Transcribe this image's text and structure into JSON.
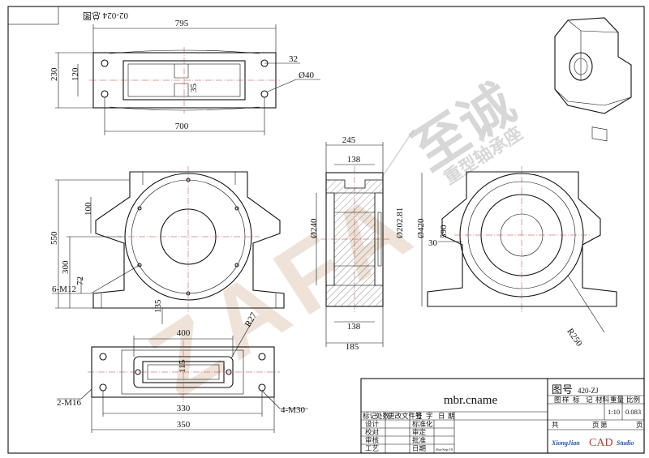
{
  "colors": {
    "line": "#111111",
    "center_line": "#c23b3b",
    "watermark_orange": "#e2cdbb",
    "watermark_grey": "#b8b8b8",
    "cad_red": "#c0392b",
    "studio_blue": "#1f4fa6"
  },
  "drawing": {
    "corner_label": "02-024 总图",
    "dims": {
      "top_width": "795",
      "top_hole_span": "700",
      "top_height": "230",
      "top_inner": "120",
      "top_slot": "35",
      "top_bolt_offset": "32",
      "top_bolt_dia": "Ø40",
      "front_height": "550",
      "front_axis_height": "300",
      "front_rib": "100",
      "front_foot": "72",
      "front_thread": "6-M12",
      "front_base": "135",
      "side_width": "245",
      "side_inner_top": "138",
      "side_bore_left": "Ø240",
      "side_bore_mid": "Ø202.81",
      "side_bore_right": "Ø420",
      "side_height": "590",
      "side_inner_bottom": "138",
      "side_base": "185",
      "right_wall": "30",
      "right_radius": "R250",
      "bottom_width": "400",
      "bottom_radius": "R27",
      "bottom_inner": "115",
      "bottom_span_a": "330",
      "bottom_span_b": "350",
      "bottom_thread_left": "2-M16",
      "bottom_thread_right": "4-M30"
    }
  },
  "watermark": {
    "brand_cn": "至诚",
    "brand_sub": "重型轴承座",
    "logo_letters": "ZAFA"
  },
  "title_block": {
    "name": "mbr.cname",
    "drawing_no_label": "图号",
    "drawing_no": "420-ZJ",
    "header_cols": [
      "图",
      "样",
      "标",
      "记",
      "材料",
      "重量",
      "比例"
    ],
    "scale_value": "1:10",
    "weight_value": "0.083",
    "sheet_row": [
      "共",
      "页",
      "第",
      "页"
    ],
    "sign_header": [
      "标记",
      "处数",
      "更改文件号",
      "签",
      "字",
      "日",
      "期"
    ],
    "sign_rows": [
      [
        "设计",
        "标准化"
      ],
      [
        "校对",
        "审定"
      ],
      [
        "审核",
        "批准"
      ],
      [
        "工艺",
        "日期"
      ]
    ],
    "date_value": "Sha-Sep-19",
    "studio_left": "XiongJian",
    "studio_mid": "CAD",
    "studio_right": "Studio"
  }
}
